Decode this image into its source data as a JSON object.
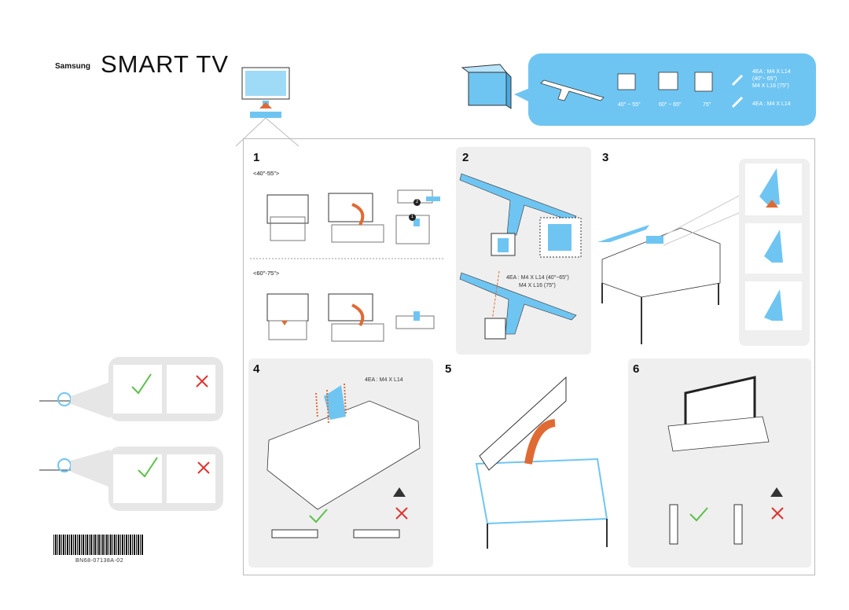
{
  "brand": {
    "samsung": "Samsung",
    "logo": "SMART TV"
  },
  "parts_banner": {
    "sizes": [
      "40\" ~ 55\"",
      "60\" ~ 65\"",
      "75\""
    ],
    "screw_spec_1": [
      "4EA : M4 X L14",
      "(40\"~ 65\")",
      "M4 X L16 (75\")"
    ],
    "screw_spec_2": "4EA : M4 X L14",
    "accent_color": "#6fc5f2"
  },
  "steps": {
    "s1": {
      "number": "1",
      "size_a": "<40\"-55\">",
      "size_b": "<60\"-75\">",
      "marker_1": "1",
      "marker_2": "2"
    },
    "s2": {
      "number": "2",
      "screw_line1": "4EA : M4 X L14 (40\"~65\")",
      "screw_line2": "M4 X L16 (75\")"
    },
    "s3": {
      "number": "3"
    },
    "s4": {
      "number": "4",
      "screw_note": "4EA : M4 X L14"
    },
    "s5": {
      "number": "5"
    },
    "s6": {
      "number": "6"
    }
  },
  "colors": {
    "ok": "#5cc04a",
    "bad": "#e0312c",
    "blue": "#6fc5f2",
    "panel": "#efefef"
  },
  "barcode": {
    "code": "BN68-07138A-02"
  }
}
